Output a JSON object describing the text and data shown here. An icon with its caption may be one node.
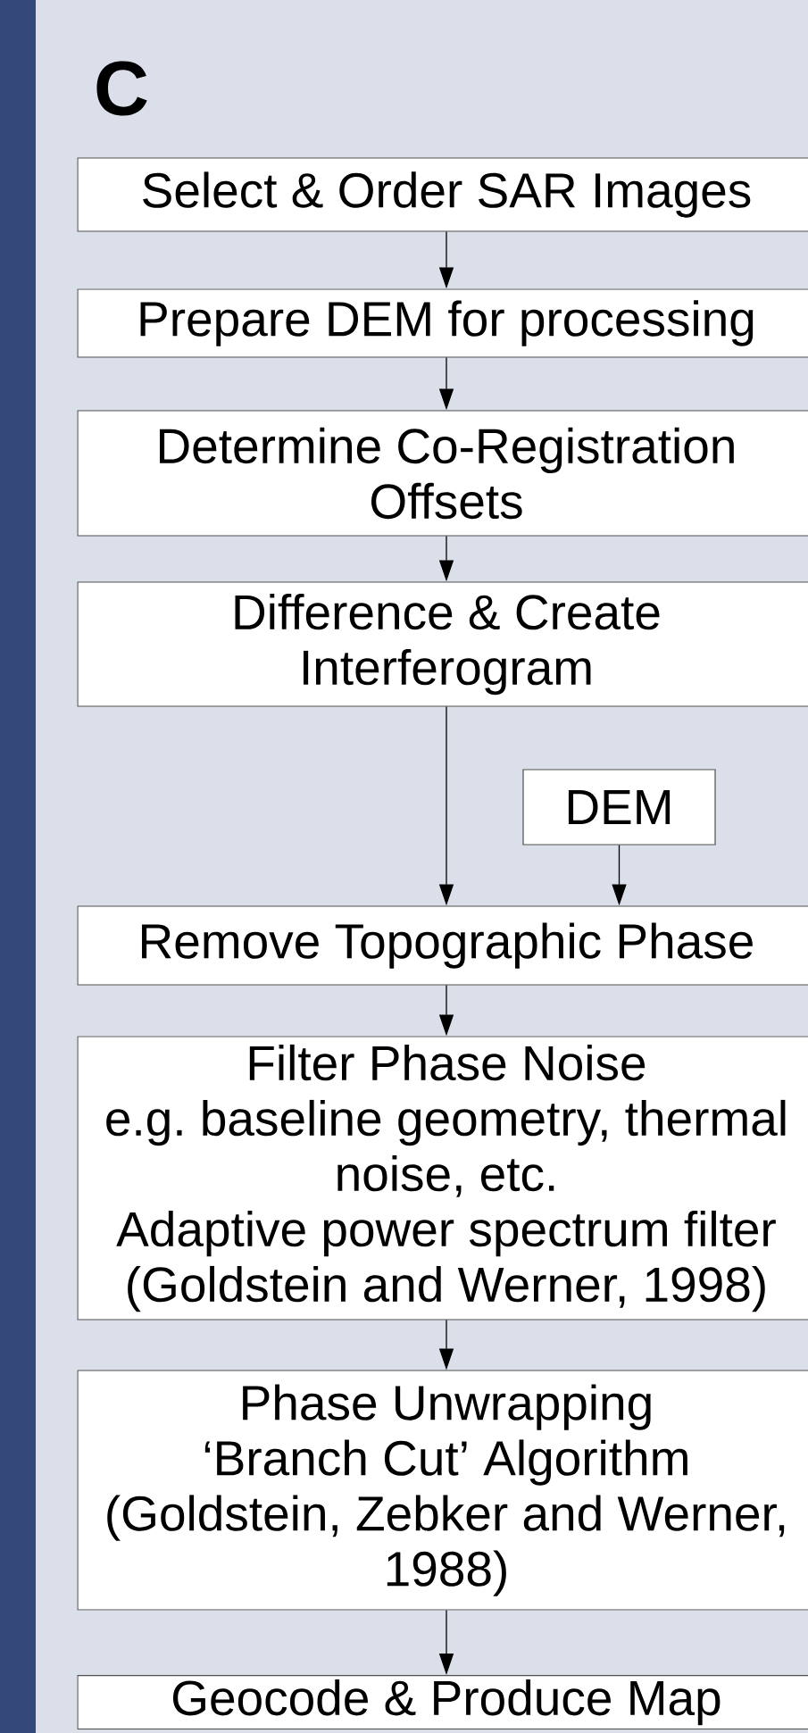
{
  "diagram": {
    "nodes": [
      {
        "text": [
          "Select & Order SAR Images"
        ]
      },
      {
        "text": [
          "Prepare DEM for processing"
        ]
      },
      {
        "text": [
          "Determine Co-Registration Offsets"
        ]
      },
      {
        "text": [
          "Difference & Create Interferogram"
        ]
      },
      {
        "text": [
          "DEM"
        ]
      },
      {
        "text": [
          "Remove Topographic Phase"
        ]
      },
      {
        "text": [
          "Filter Phase Noise",
          "e.g. baseline geometry, thermal noise, etc.",
          "Adaptive power spectrum filter (Goldstein and Werner, 1998)"
        ]
      },
      {
        "text": [
          "Phase Unwrapping",
          "‘Branch Cut’ Algorithm",
          "(Goldstein, Zebker and Werner, 1988)"
        ]
      },
      {
        "text": [
          "Geocode & Produce Map"
        ]
      }
    ],
    "edges": [
      {
        "from": 0,
        "to": 1,
        "arrow": "to"
      },
      {
        "from": 1,
        "to": 2,
        "arrow": "to"
      },
      {
        "from": 2,
        "to": 3,
        "arrow": "to"
      },
      {
        "from": 3,
        "to": 5,
        "arrow": "to"
      },
      {
        "from": 4,
        "to": 5,
        "arrow": "to"
      },
      {
        "from": 5,
        "to": 6,
        "arrow": "to"
      },
      {
        "from": 6,
        "to": 7,
        "arrow": "to"
      },
      {
        "from": 7,
        "to": 8,
        "arrow": "to"
      }
    ],
    "labels": [
      "C"
    ]
  }
}
